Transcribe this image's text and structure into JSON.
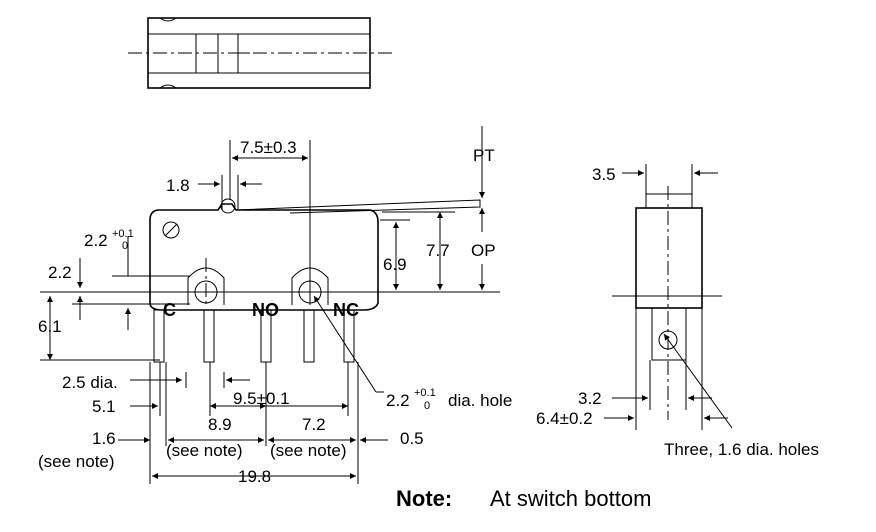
{
  "dimensions": {
    "lever_pivot": "7.5±0.3",
    "lever_offset": "1.8",
    "pt_label": "PT",
    "op_label": "OP",
    "op_height": "7.7",
    "hole_height": "6.9",
    "mount_hole_tol_base": "2.2",
    "mount_hole_tol_upper": "+0.1",
    "mount_hole_tol_lower": "0",
    "hole_offset": "2.2",
    "hole_to_bottom": "6.1",
    "pin_dia": "2.5 dia.",
    "dim_5_1": "5.1",
    "dim_8_9": "8.9",
    "dim_9_5": "9.5±0.1",
    "dim_7_2": "7.2",
    "dim_1_6": "1.6",
    "dim_0_5": "0.5",
    "dim_19_8": "19.8",
    "see_note_1": "(see note)",
    "see_note_2": "(see note)",
    "see_note_3": "(see note)",
    "hole_dia_base": "2.2",
    "hole_dia_upper": "+0.1",
    "hole_dia_lower": "0",
    "hole_dia_suffix": "dia. hole",
    "side_width": "3.5",
    "side_3_2": "3.2",
    "side_6_4": "6.4±0.2",
    "three_holes": "Three, 1.6 dia. holes"
  },
  "terminals": {
    "c": "C",
    "no": "NO",
    "nc": "NC"
  },
  "note": {
    "label": "Note:",
    "text": "At switch bottom"
  }
}
